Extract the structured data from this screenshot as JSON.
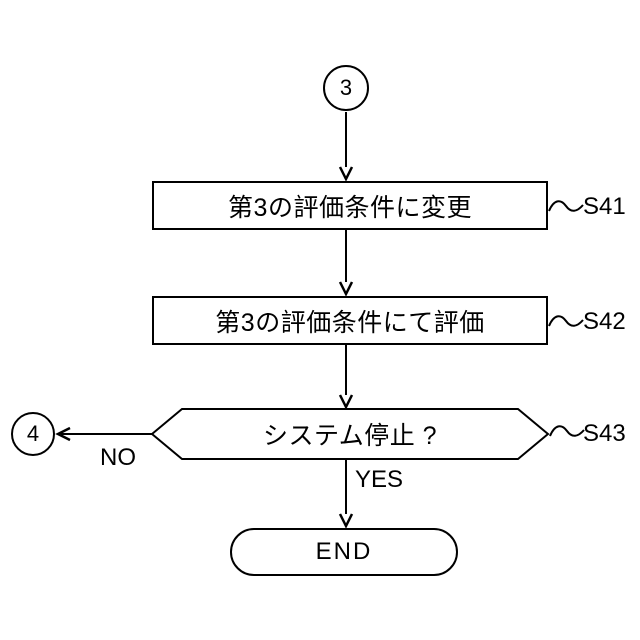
{
  "flowchart": {
    "entry_connector": "3",
    "steps": [
      {
        "text": "第3の評価条件に変更",
        "label": "S41"
      },
      {
        "text": "第3の評価条件にて評価",
        "label": "S42"
      }
    ],
    "decision": {
      "text": "システム停止 ?",
      "label": "S43"
    },
    "branches": {
      "no": "NO",
      "yes": "YES"
    },
    "exit_connector": "4",
    "terminator": "END"
  },
  "colors": {
    "line": "#000000",
    "background": "#ffffff",
    "text": "#000000"
  }
}
